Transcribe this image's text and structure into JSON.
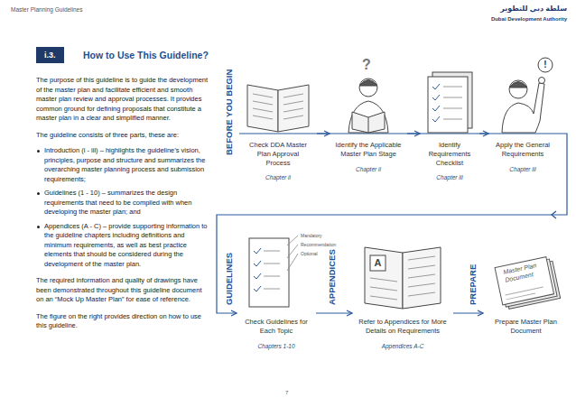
{
  "diagram": {
    "title": "How to Use This Guideline?",
    "nodes": [
      {
        "text": [
          "i.3."
        ]
      },
      {
        "text": [
          "Check DDA Master Plan Approval Process",
          "Chapter ii"
        ]
      },
      {
        "text": [
          "Identify the Applicable Master Plan Stage",
          "Chapter ii"
        ]
      },
      {
        "text": [
          "Identify Requirements Checklist",
          "Chapter iii"
        ]
      },
      {
        "text": [
          "Apply the General Requirements",
          "Chapter iii"
        ]
      },
      {
        "text": [
          "Check Guidelines for Each Topic",
          "Chapters 1-10"
        ]
      },
      {
        "text": [
          "Refer to Appendices for More Details on Requirements",
          "Appendices A-C"
        ]
      },
      {
        "text": [
          "Prepare Master Plan Document"
        ]
      }
    ],
    "edges": [
      {
        "from": 1,
        "to": 2,
        "arrow": "to"
      },
      {
        "from": 2,
        "to": 3,
        "arrow": "to"
      },
      {
        "from": 3,
        "to": 4,
        "arrow": "to"
      },
      {
        "from": 4,
        "to": 5,
        "arrow": "to"
      },
      {
        "from": 5,
        "to": 6,
        "arrow": "to"
      },
      {
        "from": 6,
        "to": 7,
        "arrow": "to"
      }
    ],
    "labels": [
      "Master Planning Guidelines",
      "سلطة دبي للتطوير",
      "Dubai Development Authority",
      "The purpose of this guideline is to guide the development of the master plan and facilitate efficient and smooth master plan review and approval processes. It provides common ground for defining proposals that constitute a master plan in a clear and simplified manner.",
      "The guideline consists of three parts, these are:",
      "Introduction (i - iii) – highlights the guideline’s vision, principles, purpose and structure and summarizes the overarching master planning process and submission requirements;",
      "Guidelines (1 - 10) – summarizes the design requirements that need to be complied with when developing the master plan; and",
      "Appendices (A - C) – provide supporting information to the guideline chapters including definitions and minimum requirements, as well as best practice elements that should be considered during the development of the master plan.",
      "The required information and quality of drawings have been demonstrated throughout this guideline document on an “Mock Up Master Plan” for ease of reference.",
      "The figure on the right provides direction on how to use this guideline.",
      "BEFORE YOU BEGIN",
      "?",
      "!",
      "GUIDELINES",
      "Mandatory",
      "Recommendation",
      "Optional",
      "APPENDICES",
      "A",
      "PREPARE",
      "Master Plan Document",
      "7"
    ]
  }
}
